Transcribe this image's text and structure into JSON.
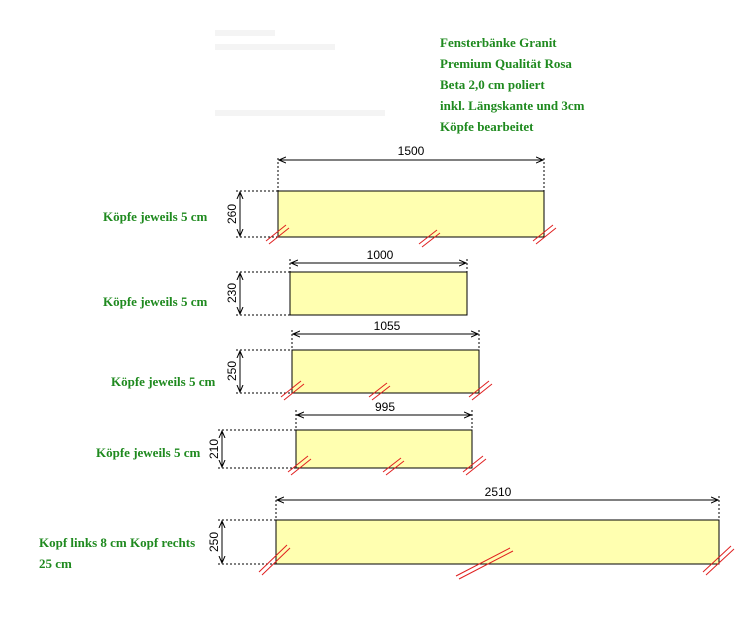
{
  "title_lines": [
    "Fensterbänke Granit",
    "Premium Qualität Rosa",
    "Beta 2,0 cm poliert",
    "inkl. Längskante und 3cm",
    "Köpfe bearbeitet"
  ],
  "slabs": [
    {
      "length": "1500",
      "depth": "260",
      "note": "Köpfe jeweils 5 cm"
    },
    {
      "length": "1000",
      "depth": "230",
      "note": "Köpfe jeweils 5 cm"
    },
    {
      "length": "1055",
      "depth": "250",
      "note": "Köpfe jeweils 5 cm"
    },
    {
      "length": "995",
      "depth": "210",
      "note": "Köpfe jeweils 5 cm"
    },
    {
      "length": "2510",
      "depth": "250",
      "note_line1": "Kopf links 8 cm Kopf rechts",
      "note_line2": "25 cm"
    }
  ],
  "colors": {
    "slab_fill": "#ffffb0",
    "note_text": "#1f8a1f",
    "cut_mark": "#e02020"
  }
}
